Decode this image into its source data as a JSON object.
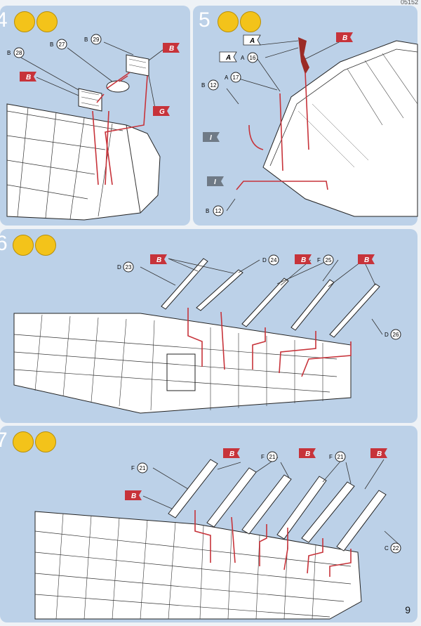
{
  "page": {
    "doc_code": "05152",
    "page_number": "9"
  },
  "colors": {
    "panel": "#bcd1e8",
    "flag_red": "#c7333a",
    "flag_grey": "#6f7a86",
    "arrow": "#c7333a",
    "badge": "#f3c31a"
  },
  "steps": [
    {
      "number": "4",
      "parts": [
        {
          "sprue": "B",
          "num": "28"
        },
        {
          "sprue": "B",
          "num": "27"
        },
        {
          "sprue": "B",
          "num": "29"
        }
      ],
      "color_flags": [
        {
          "code": "B"
        },
        {
          "code": "B"
        },
        {
          "code": "G"
        }
      ]
    },
    {
      "number": "5",
      "parts": [
        {
          "sprue": "A",
          "num": "16"
        },
        {
          "sprue": "A",
          "num": "17"
        },
        {
          "sprue": "B",
          "num": "12"
        },
        {
          "sprue": "B",
          "num": "12"
        }
      ],
      "color_flags": [
        {
          "code": "A"
        },
        {
          "code": "A"
        },
        {
          "code": "B"
        },
        {
          "code": "I"
        },
        {
          "code": "I"
        }
      ]
    },
    {
      "number": "6",
      "parts": [
        {
          "sprue": "D",
          "num": "23"
        },
        {
          "sprue": "D",
          "num": "24"
        },
        {
          "sprue": "F",
          "num": "25"
        },
        {
          "sprue": "D",
          "num": "26"
        }
      ],
      "color_flags": [
        {
          "code": "B"
        },
        {
          "code": "B"
        },
        {
          "code": "B"
        }
      ]
    },
    {
      "number": "7",
      "parts": [
        {
          "sprue": "F",
          "num": "21"
        },
        {
          "sprue": "F",
          "num": "21"
        },
        {
          "sprue": "F",
          "num": "21"
        },
        {
          "sprue": "C",
          "num": "22"
        }
      ],
      "color_flags": [
        {
          "code": "B"
        },
        {
          "code": "B"
        },
        {
          "code": "B"
        },
        {
          "code": "B"
        }
      ]
    }
  ]
}
